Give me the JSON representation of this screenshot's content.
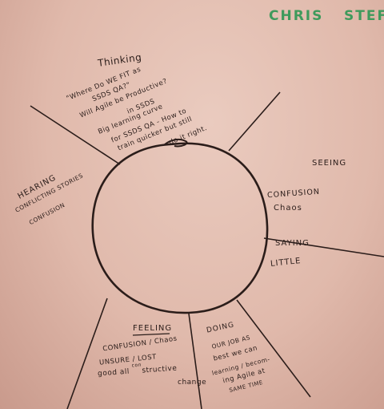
{
  "header": {
    "name_1": "CHRIS",
    "name_2": "STEF"
  },
  "thinking": {
    "label": "Thinking",
    "line_1": "\"Where Do WE FIT as",
    "line_2": "SSDS QA?\"",
    "line_3": "Will Agile be Productive?",
    "line_4": "in SSDS",
    "line_5": "Big learning curve",
    "line_6": "for SSDS QA - How to",
    "line_7": "train quicker but still",
    "line_8": "do it right."
  },
  "seeing": {
    "label": "SEEING",
    "line_1": "CONFUSION",
    "line_2": "Chaos"
  },
  "saying": {
    "label_1": "SAYING",
    "label_2": "LITTLE"
  },
  "hearing": {
    "label": "HEARING",
    "line_1": "CONFLICTING STORIES",
    "line_2": "CONFUSION"
  },
  "feeling": {
    "label": "FEELING",
    "line_1": "CONFUSION / Chaos",
    "line_2": "UNSURE / LOST",
    "line_3": "good all",
    "line_3b": "con",
    "line_3c": "structive",
    "line_4": "change"
  },
  "doing": {
    "label": "DOING",
    "line_1": "OUR JOB AS",
    "line_2": "best we can",
    "line_3": "learning / becom-",
    "line_4": "ing Agile at",
    "line_5": "SAME TIME"
  },
  "colors": {
    "paper": "#e2bdb0",
    "ink": "#2b1d1a",
    "marker_green": "#3f9a5c"
  }
}
